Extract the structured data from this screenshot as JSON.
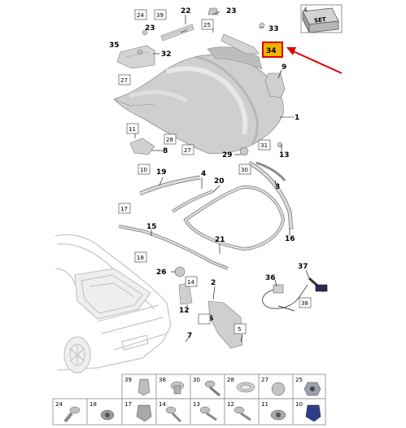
{
  "colors": {
    "highlight_fill": "#f2b300",
    "highlight_stroke": "#e00000",
    "pointer_arrow": "#e00000",
    "part_fill": "#cfcfcf",
    "part_dark": "#a8a8a8",
    "car_stroke": "#c8c8c8",
    "line": "#000000"
  },
  "callouts": {
    "c1": "1",
    "c2": "2",
    "c3": "3",
    "c5": "5",
    "c6": "6",
    "c7": "7",
    "c8": "8",
    "c9": "9",
    "c12": "12",
    "c13": "13",
    "c15": "15",
    "c16": "16",
    "c19": "19",
    "c20": "20",
    "c21": "21",
    "c22": "22",
    "c23a": "23",
    "c23b": "23",
    "c26": "26",
    "c29": "29",
    "c32": "32",
    "c33": "33",
    "c35": "35",
    "c36": "36",
    "c37": "37",
    "c4": "4"
  },
  "boxed_labels": {
    "b24": "24",
    "b39": "39",
    "b25": "25",
    "b27a": "27",
    "b27b": "27",
    "b28": "28",
    "b11": "11",
    "b10": "10",
    "b17": "17",
    "b18": "18",
    "b14": "14",
    "b30": "30",
    "b31": "31",
    "b38": "38"
  },
  "highlighted_part": "34",
  "set_box": {
    "number": "4",
    "label": "SET"
  },
  "icons": [
    "hood-lid",
    "hood-seal",
    "gas-strut",
    "hinge",
    "bolt",
    "clip",
    "nut",
    "grommet",
    "sports-car-rear"
  ],
  "legend": {
    "top_row": [
      "39",
      "38",
      "30",
      "28",
      "27",
      "25"
    ],
    "bottom_row": [
      "24",
      "18",
      "17",
      "14",
      "13",
      "12",
      "11",
      "10"
    ]
  }
}
